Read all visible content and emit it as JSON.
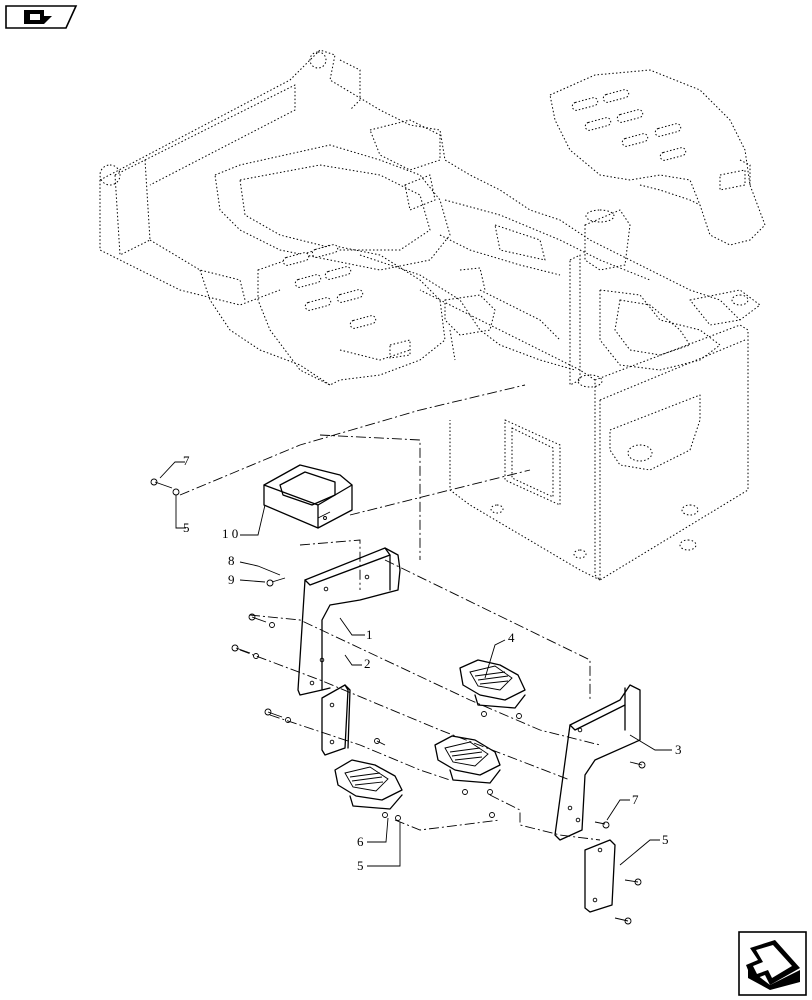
{
  "callouts": [
    {
      "id": "c1",
      "label": "1"
    },
    {
      "id": "c2",
      "label": "2"
    },
    {
      "id": "c3",
      "label": "3"
    },
    {
      "id": "c4",
      "label": "4"
    },
    {
      "id": "c5a",
      "label": "5"
    },
    {
      "id": "c5b",
      "label": "5"
    },
    {
      "id": "c5c",
      "label": "5"
    },
    {
      "id": "c6",
      "label": "6"
    },
    {
      "id": "c7a",
      "label": "7"
    },
    {
      "id": "c7b",
      "label": "7"
    },
    {
      "id": "c8",
      "label": "8"
    },
    {
      "id": "c9",
      "label": "9"
    },
    {
      "id": "c10",
      "label": "1 0"
    }
  ],
  "icons": {
    "top_nav": "arrow-back-icon",
    "bottom_nav": "arrow-next-icon"
  }
}
